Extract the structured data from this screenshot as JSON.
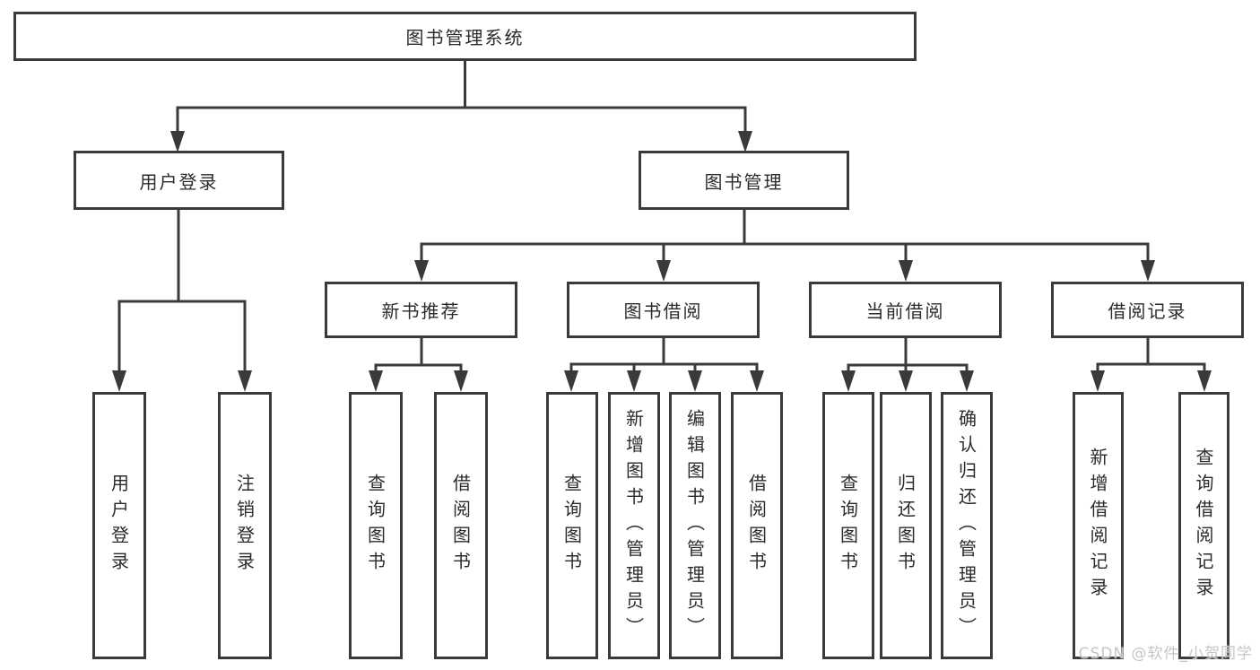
{
  "root": {
    "label": "图书管理系统"
  },
  "user_branch": {
    "label": "用户登录",
    "children": [
      {
        "label": "用户登录"
      },
      {
        "label": "注销登录"
      }
    ]
  },
  "mgmt_branch": {
    "label": "图书管理",
    "sections": [
      {
        "label": "新书推荐",
        "children": [
          {
            "label": "查询图书"
          },
          {
            "label": "借阅图书"
          }
        ]
      },
      {
        "label": "图书借阅",
        "children": [
          {
            "label": "查询图书"
          },
          {
            "label": "新增图书（管理员）"
          },
          {
            "label": "编辑图书（管理员）"
          },
          {
            "label": "借阅图书"
          }
        ]
      },
      {
        "label": "当前借阅",
        "children": [
          {
            "label": "查询图书"
          },
          {
            "label": "归还图书"
          },
          {
            "label": "确认归还（管理员）"
          }
        ]
      },
      {
        "label": "借阅记录",
        "children": [
          {
            "label": "新增借阅记录"
          },
          {
            "label": "查询借阅记录"
          }
        ]
      }
    ]
  },
  "watermark": {
    "text": "CSDN @软件_小贺同学"
  },
  "colors": {
    "line": "#3a3a3a",
    "border": "#3a3a3a",
    "box_fill": "#ffffff",
    "text": "#2b2b2b",
    "watermark": "#c6c6c6",
    "background": "#ffffff"
  }
}
